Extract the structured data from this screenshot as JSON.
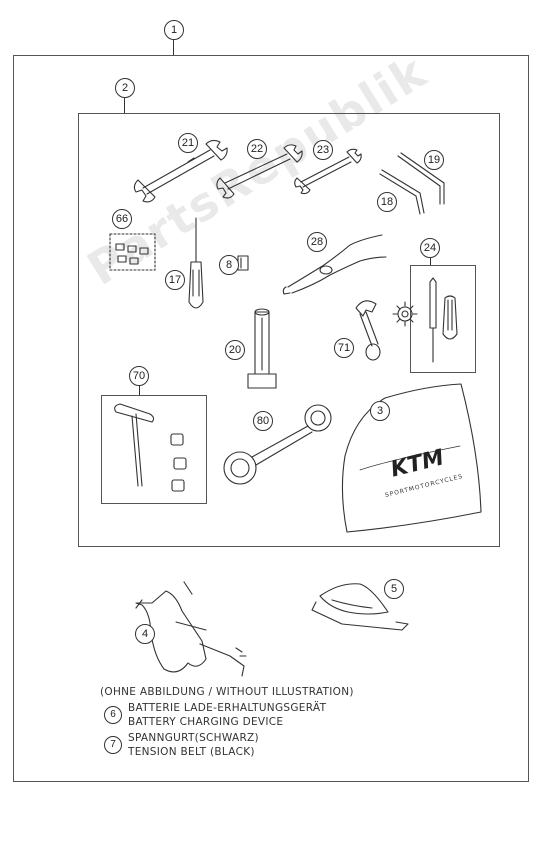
{
  "callouts": {
    "c1": "1",
    "c2": "2",
    "c3": "3",
    "c4": "4",
    "c5": "5",
    "c8": "8",
    "c17": "17",
    "c18": "18",
    "c19": "19",
    "c20": "20",
    "c21": "21",
    "c22": "22",
    "c23": "23",
    "c24": "24",
    "c28": "28",
    "c66": "66",
    "c70": "70",
    "c71": "71",
    "c80": "80"
  },
  "logo": {
    "brand": "KTM",
    "tagline": "SPORTMOTORCYCLES"
  },
  "notes": {
    "header": "(OHNE ABBILDUNG / WITHOUT ILLUSTRATION)",
    "item6_num": "6",
    "item6_de": "BATTERIE LADE-ERHALTUNGSGERÄT",
    "item6_en": "BATTERY CHARGING DEVICE",
    "item7_num": "7",
    "item7_de": "SPANNGURT(SCHWARZ)",
    "item7_en": "TENSION BELT (BLACK)"
  },
  "watermark": "PartsRepublik",
  "colors": {
    "line": "#333333",
    "frame": "#555555",
    "watermark": "#b0b0b0"
  }
}
